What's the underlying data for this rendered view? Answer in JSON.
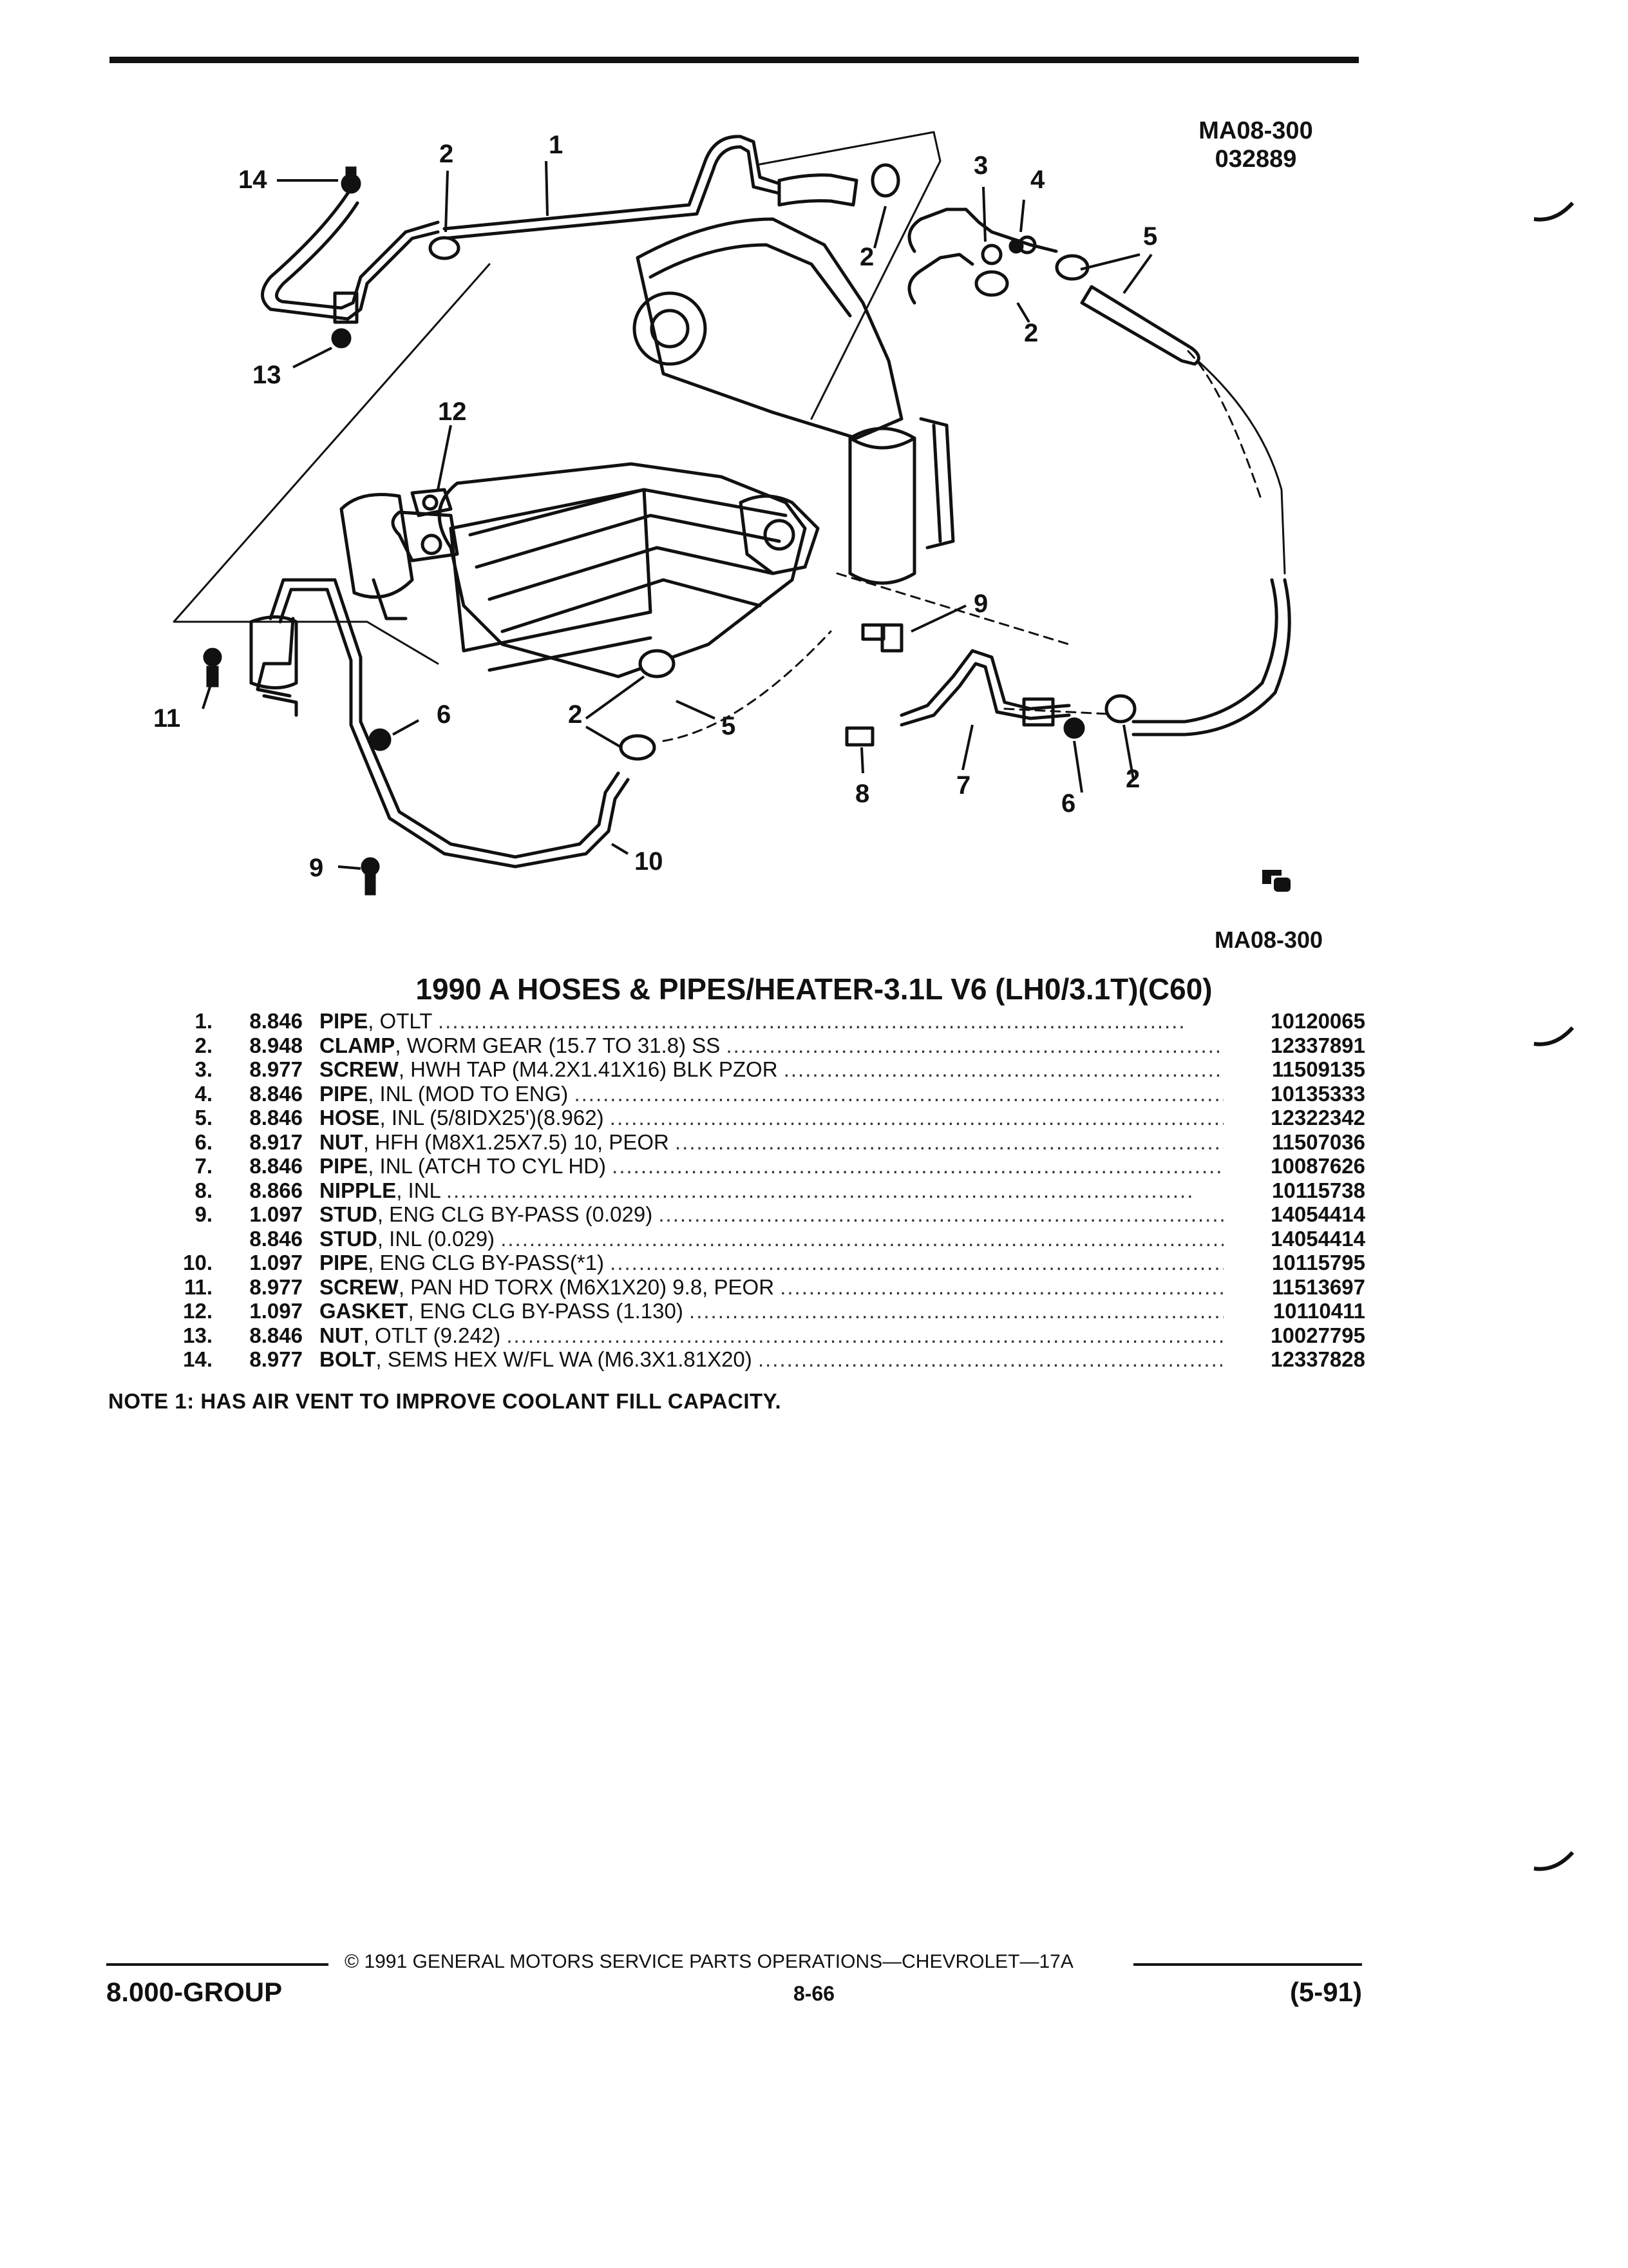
{
  "diagram": {
    "ref_top_code": "MA08-300",
    "ref_top_date": "032889",
    "ref_bottom_code": "MA08-300",
    "callouts": {
      "c1": "1",
      "c2a": "2",
      "c2b": "2",
      "c2c": "2",
      "c2d": "2",
      "c2e": "2",
      "c3": "3",
      "c4": "4",
      "c5a": "5",
      "c5b": "5",
      "c6a": "6",
      "c6b": "6",
      "c7": "7",
      "c8": "8",
      "c9a": "9",
      "c9b": "9",
      "c10": "10",
      "c11": "11",
      "c12": "12",
      "c13": "13",
      "c14": "14"
    }
  },
  "title": "1990 A HOSES & PIPES/HEATER-3.1L V6 (LH0/3.1T)(C60)",
  "parts": [
    {
      "num": "1.",
      "group": "8.846",
      "name": "PIPE",
      "detail": ", OTLT",
      "pn": "10120065"
    },
    {
      "num": "2.",
      "group": "8.948",
      "name": "CLAMP",
      "detail": ", WORM GEAR (15.7 TO 31.8) SS",
      "pn": "12337891"
    },
    {
      "num": "3.",
      "group": "8.977",
      "name": "SCREW",
      "detail": ", HWH TAP (M4.2X1.41X16) BLK PZOR",
      "pn": "11509135"
    },
    {
      "num": "4.",
      "group": "8.846",
      "name": "PIPE",
      "detail": ", INL (MOD TO ENG)",
      "pn": "10135333"
    },
    {
      "num": "5.",
      "group": "8.846",
      "name": "HOSE",
      "detail": ", INL (5/8IDX25')(8.962)",
      "pn": "12322342"
    },
    {
      "num": "6.",
      "group": "8.917",
      "name": "NUT",
      "detail": ", HFH (M8X1.25X7.5) 10, PEOR",
      "pn": "11507036"
    },
    {
      "num": "7.",
      "group": "8.846",
      "name": "PIPE",
      "detail": ", INL (ATCH TO CYL HD)",
      "pn": "10087626"
    },
    {
      "num": "8.",
      "group": "8.866",
      "name": "NIPPLE",
      "detail": ", INL",
      "pn": "10115738"
    },
    {
      "num": "9.",
      "group": "1.097",
      "name": "STUD",
      "detail": ", ENG CLG BY-PASS (0.029)",
      "pn": "14054414"
    },
    {
      "num": "",
      "group": "8.846",
      "name": "STUD",
      "detail": ", INL (0.029)",
      "pn": "14054414"
    },
    {
      "num": "10.",
      "group": "1.097",
      "name": "PIPE",
      "detail": ", ENG CLG BY-PASS(*1)",
      "pn": "10115795"
    },
    {
      "num": "11.",
      "group": "8.977",
      "name": "SCREW",
      "detail": ", PAN HD TORX (M6X1X20) 9.8, PEOR",
      "pn": "11513697"
    },
    {
      "num": "12.",
      "group": "1.097",
      "name": "GASKET",
      "detail": ", ENG CLG BY-PASS (1.130)",
      "pn": "10110411"
    },
    {
      "num": "13.",
      "group": "8.846",
      "name": "NUT",
      "detail": ", OTLT (9.242)",
      "pn": "10027795"
    },
    {
      "num": "14.",
      "group": "8.977",
      "name": "BOLT",
      "detail": ", SEMS HEX W/FL WA (M6.3X1.81X20)",
      "pn": "12337828"
    }
  ],
  "note": "NOTE  1:  HAS AIR VENT TO IMPROVE COOLANT FILL CAPACITY.",
  "footer": {
    "copyright": "© 1991  GENERAL MOTORS SERVICE PARTS OPERATIONS—CHEVROLET—17A",
    "group_label": "8.000-GROUP",
    "page_number": "8-66",
    "revision": "(5-91)"
  }
}
